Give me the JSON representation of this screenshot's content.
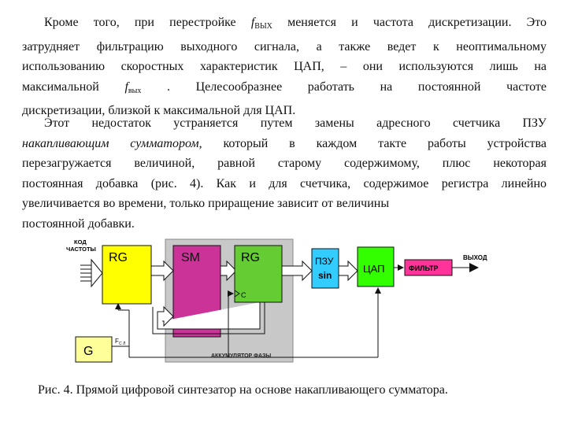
{
  "text": {
    "p1": {
      "l1a": "Кроме того, при перестройке ",
      "l1f": "f",
      "l1sub": "ВЫХ",
      "l1b": " меняется и частота дискретизации. Это",
      "l2": "затрудняет фильтрацию выходного сигнала, а также ведет к неоптимальному",
      "l3": "использованию скоростных характеристик ЦАП, – они используются лишь на",
      "l4a": "максимальной ",
      "l4f": "f",
      "l4sub": "вых",
      "l4b": " . Целесообразнее работать на постоянной частоте",
      "l5": "дискретизации, близкой к максимальной для ЦАП."
    },
    "p2": {
      "l1": "Этот недостаток устраняется путем замены адресного счетчика ПЗУ",
      "l2a": "накапливающим сумматором",
      "l2b": ", который в каждом такте работы устройства",
      "l3": "перезагружается величиной, равной старому содержимому, плюс некоторая",
      "l4": "постоянная добавка (рис. 4). Как и для счетчика, содержимое регистра линейно",
      "l5": "увеличивается во времени, только приращение зависит от величины",
      "l6": "постоянной добавки."
    }
  },
  "diagram": {
    "input_label_1": "КОД",
    "input_label_2": "ЧАСТОТЫ",
    "rg1": "RG",
    "sm": "SM",
    "rg2": "RG",
    "clock_pin": "C",
    "rom_1": "ПЗУ",
    "rom_2": "sin",
    "dac": "ЦАП",
    "filter": "ФИЛЬТР",
    "output": "ВЫХОД",
    "gen": "G",
    "clock_label": "F",
    "clock_sub": "С Л",
    "accumulator": "АККУМУЛЯТОР ФАЗЫ",
    "colors": {
      "rg": "#ffff00",
      "sm": "#cc3399",
      "rg2": "#66cc33",
      "rom": "#33ccff",
      "dac": "#33ff00",
      "filter": "#ff3399",
      "gen": "#ffff99",
      "frame": "#c8c8c8"
    }
  },
  "caption": "Рис. 4. Прямой цифровой синтезатор на основе накапливающего сумматора."
}
